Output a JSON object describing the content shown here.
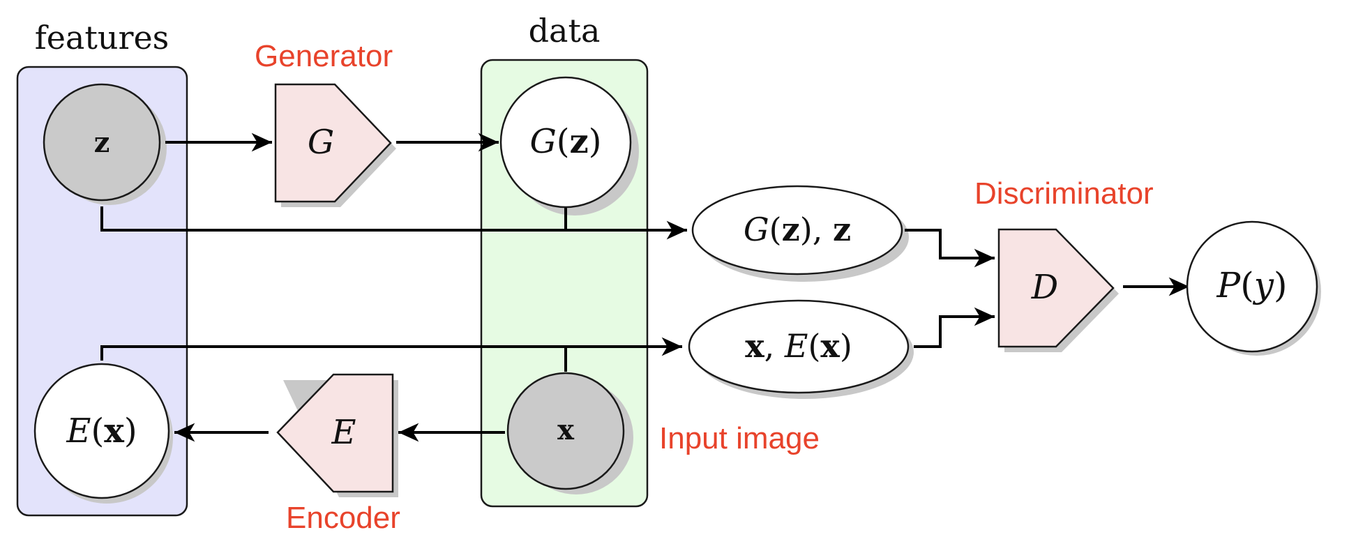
{
  "groups": {
    "features": "features",
    "data": "data"
  },
  "components": {
    "generator": "Generator",
    "encoder": "Encoder",
    "discriminator": "Discriminator",
    "input_image": "Input image"
  },
  "nodes": {
    "z": "z",
    "gz_func": "G",
    "gz_arg": "z",
    "x": "x",
    "ex_func": "E",
    "ex_arg": "x",
    "pair_g_func": "G",
    "pair_g_arg": "z",
    "pair_g_tail": "z",
    "pair_e_head": "x",
    "pair_e_func": "E",
    "pair_e_arg": "x",
    "py_func": "P",
    "py_arg": "y"
  },
  "blocks": {
    "g": "G",
    "e": "E",
    "d": "D"
  },
  "colors": {
    "features_panel": "#e3e3fb",
    "data_panel": "#e6fbe3",
    "block_fill": "#f8e4e4",
    "latent_node": "#cacaca",
    "label_red": "#e8432b"
  }
}
